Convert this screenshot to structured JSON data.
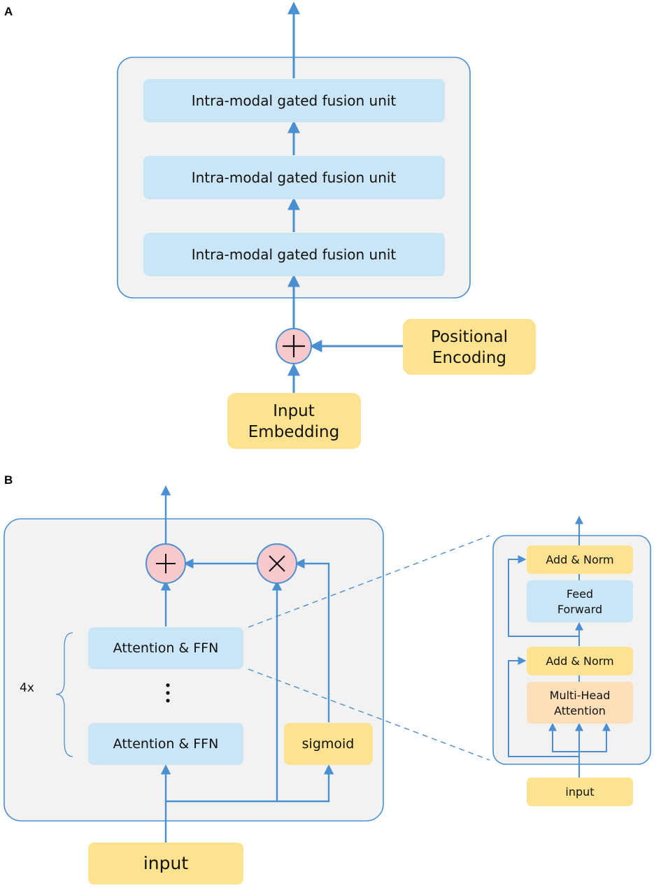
{
  "panels": {
    "a": {
      "label": "A",
      "fusion_units": [
        "Intra-modal gated fusion unit",
        "Intra-modal gated fusion unit",
        "Intra-modal gated fusion unit"
      ],
      "positional_encoding": [
        "Positional",
        "Encoding"
      ],
      "input_embedding": [
        "Input",
        "Embedding"
      ]
    },
    "b": {
      "label": "B",
      "repeat": "4x",
      "block_top": "Attention & FFN",
      "block_bottom": "Attention & FFN",
      "sigmoid": "sigmoid",
      "input": "input",
      "detail": {
        "add_norm_top": "Add & Norm",
        "feed_forward": [
          "Feed",
          "Forward"
        ],
        "add_norm_bottom": "Add & Norm",
        "multi_head": [
          "Multi-Head",
          "Attention"
        ],
        "input": "input"
      }
    }
  },
  "colors": {
    "line": "#4a8fd0",
    "panel_fill": "#f2f2f2",
    "blue_box": "#c9e5f6",
    "yellow_box": "#fde28f",
    "orange_box": "#fde0b9",
    "op_circle": "#f8c9cc"
  }
}
